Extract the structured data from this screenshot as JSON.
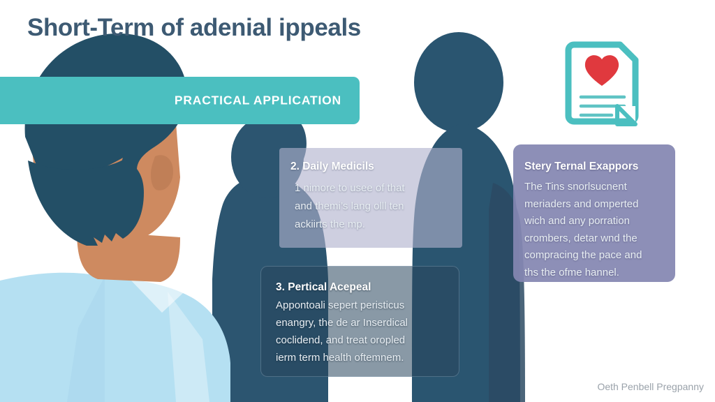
{
  "page": {
    "title": "Short-Term of adenial ippeals",
    "background_color": "#ffffff",
    "title_color": "#3D5A73"
  },
  "banner": {
    "label": "PRACTICAL APPLICATION",
    "background_color": "#4BBFC0",
    "text_color": "#FFFFFF"
  },
  "doc_icon": {
    "name": "document-heart-icon",
    "outline_color": "#4BBFC0",
    "heart_color": "#E0393E",
    "line_color": "#5FC3C4"
  },
  "cards": [
    {
      "id": "medicals",
      "title": "2. Daily Medicils",
      "body_lines": [
        "1 nimore to usee of that",
        "and themi’s lang olll ten",
        "ackiirts the mp."
      ],
      "background_color": "#B0B2CD"
    },
    {
      "id": "appeal",
      "title": "3. Pertical Acepeal",
      "body_lines": [
        "Appontoali sepert peristicus",
        "enangry, the de ar Inserdical",
        "coclidend, and treat oropled",
        "ierm term health oftemnem."
      ],
      "background_color": "#28455D"
    },
    {
      "id": "expenses",
      "title": "Stery Ternal Exappors",
      "body_lines": [
        "The Tins snorlsucnent",
        "meriaders and omperted",
        "wich and any porration",
        "crombers, detar wnd the",
        "compracing the pace and",
        "ths the ofme hannel."
      ],
      "background_color": "#8486B2"
    }
  ],
  "footer": {
    "note": "Oeth Penbell Pregpanny",
    "color": "#9AA2AA"
  },
  "illustration": {
    "foreground_person": {
      "name": "foreground-person",
      "hair_color": "#234F66",
      "skin_color": "#CE8A60",
      "shirt_color": "#B5E0F2"
    },
    "silhouettes": [
      {
        "name": "child-silhouette",
        "color": "#2C5570"
      },
      {
        "name": "adult-silhouette",
        "color": "#2A5570"
      },
      {
        "name": "background-figure-silhouette",
        "color": "#2B4A63"
      }
    ]
  }
}
